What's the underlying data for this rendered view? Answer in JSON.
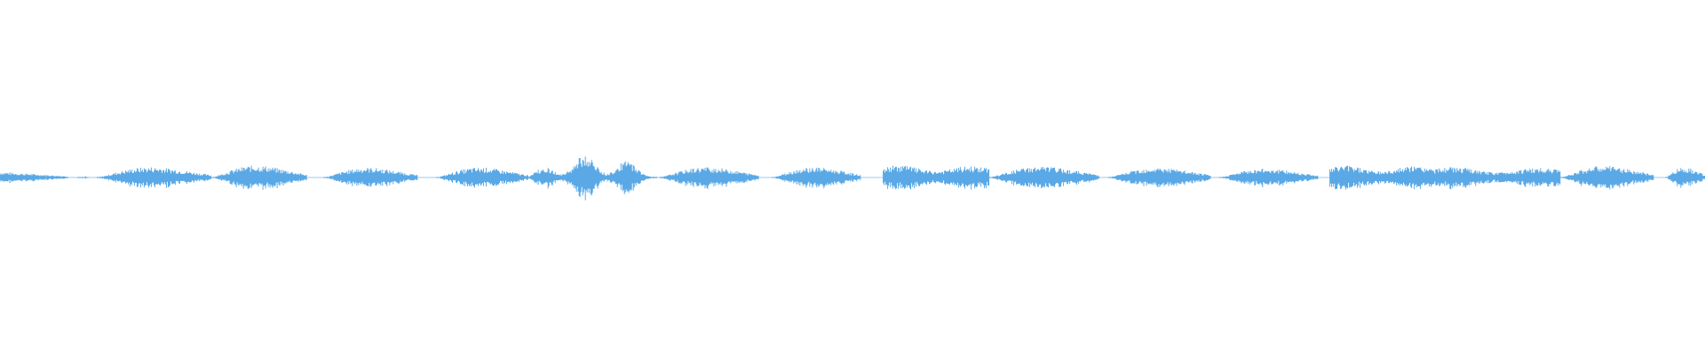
{
  "waveform": {
    "color": "#5aa9e6",
    "background": "#ffffff",
    "segments": [
      {
        "start": 0.0,
        "end": 0.04,
        "peak": 0.4,
        "shape": "taper"
      },
      {
        "start": 0.046,
        "end": 0.052,
        "peak": 0.15,
        "shape": "dots"
      },
      {
        "start": 0.057,
        "end": 0.124,
        "peak": 1.0,
        "shape": "swell"
      },
      {
        "start": 0.124,
        "end": 0.18,
        "peak": 1.15,
        "shape": "swell"
      },
      {
        "start": 0.19,
        "end": 0.245,
        "peak": 0.95,
        "shape": "swell"
      },
      {
        "start": 0.256,
        "end": 0.31,
        "peak": 0.95,
        "shape": "swell"
      },
      {
        "start": 0.31,
        "end": 0.385,
        "peak": 1.4,
        "shape": "spiky"
      },
      {
        "start": 0.387,
        "end": 0.445,
        "peak": 1.0,
        "shape": "swell"
      },
      {
        "start": 0.453,
        "end": 0.505,
        "peak": 1.0,
        "shape": "swell"
      },
      {
        "start": 0.518,
        "end": 0.58,
        "peak": 0.95,
        "shape": "long"
      },
      {
        "start": 0.58,
        "end": 0.645,
        "peak": 1.05,
        "shape": "swell"
      },
      {
        "start": 0.65,
        "end": 0.71,
        "peak": 0.95,
        "shape": "swell"
      },
      {
        "start": 0.715,
        "end": 0.773,
        "peak": 0.85,
        "shape": "swell"
      },
      {
        "start": 0.78,
        "end": 0.84,
        "peak": 0.95,
        "shape": "long"
      },
      {
        "start": 0.84,
        "end": 0.915,
        "peak": 0.8,
        "shape": "long"
      },
      {
        "start": 0.915,
        "end": 0.97,
        "peak": 1.1,
        "shape": "swell"
      },
      {
        "start": 0.977,
        "end": 1.0,
        "peak": 1.0,
        "shape": "swell"
      }
    ]
  }
}
